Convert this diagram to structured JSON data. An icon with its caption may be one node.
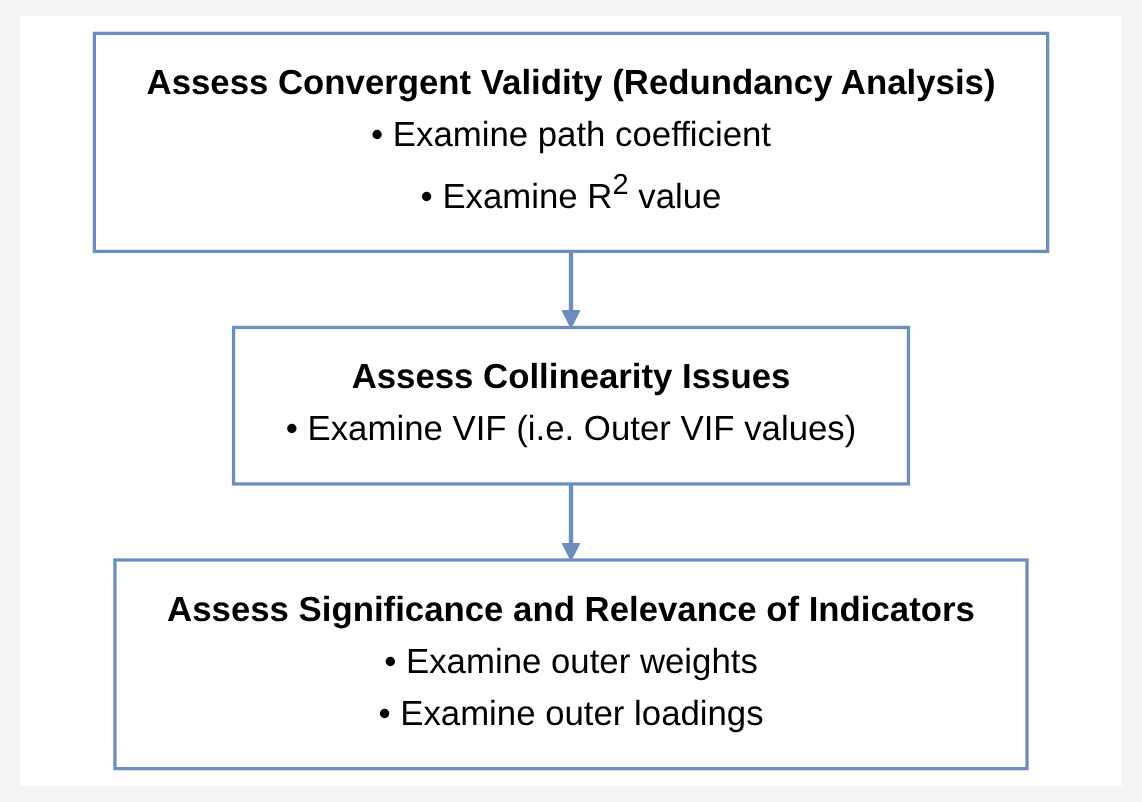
{
  "diagram": {
    "nodes": [
      {
        "text": [
          "Assess Convergent Validity (Redundancy Analysis)",
          "• Examine path coefficient",
          "• Examine R$^{2}$ value"
        ]
      },
      {
        "text": [
          "Assess Collinearity Issues",
          "• Examine VIF (i.e. Outer VIF values)"
        ]
      },
      {
        "text": [
          "Assess Significance and Relevance of Indicators",
          "• Examine outer weights",
          "• Examine outer loadings"
        ]
      }
    ],
    "edges": [
      {
        "from": 0,
        "to": 1,
        "arrow": "to"
      },
      {
        "from": 1,
        "to": 2,
        "arrow": "to"
      }
    ]
  }
}
